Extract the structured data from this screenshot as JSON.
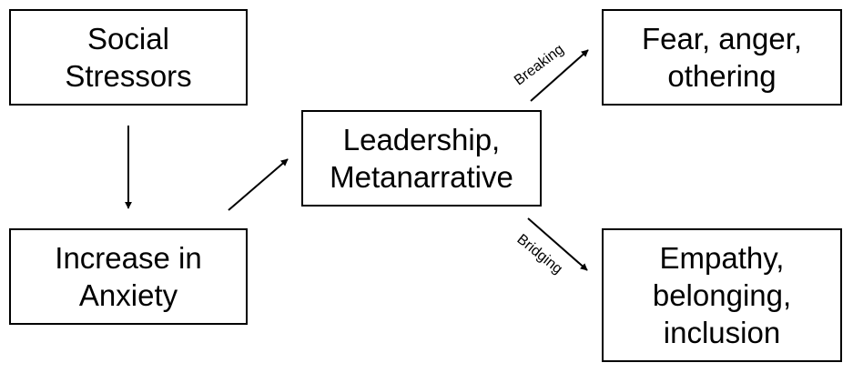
{
  "nodes": {
    "social_stressors": "Social\nStressors",
    "increase_in_anxiety": "Increase in\nAnxiety",
    "leadership_metanarrative": "Leadership,\nMetanarrative",
    "fear_anger_othering": "Fear, anger,\nothering",
    "empathy_belonging_inclusion": "Empathy,\nbelonging,\ninclusion"
  },
  "edges": {
    "breaking": "Breaking",
    "bridging": "Bridging"
  },
  "colors": {
    "stroke": "#000000",
    "background": "#ffffff"
  }
}
